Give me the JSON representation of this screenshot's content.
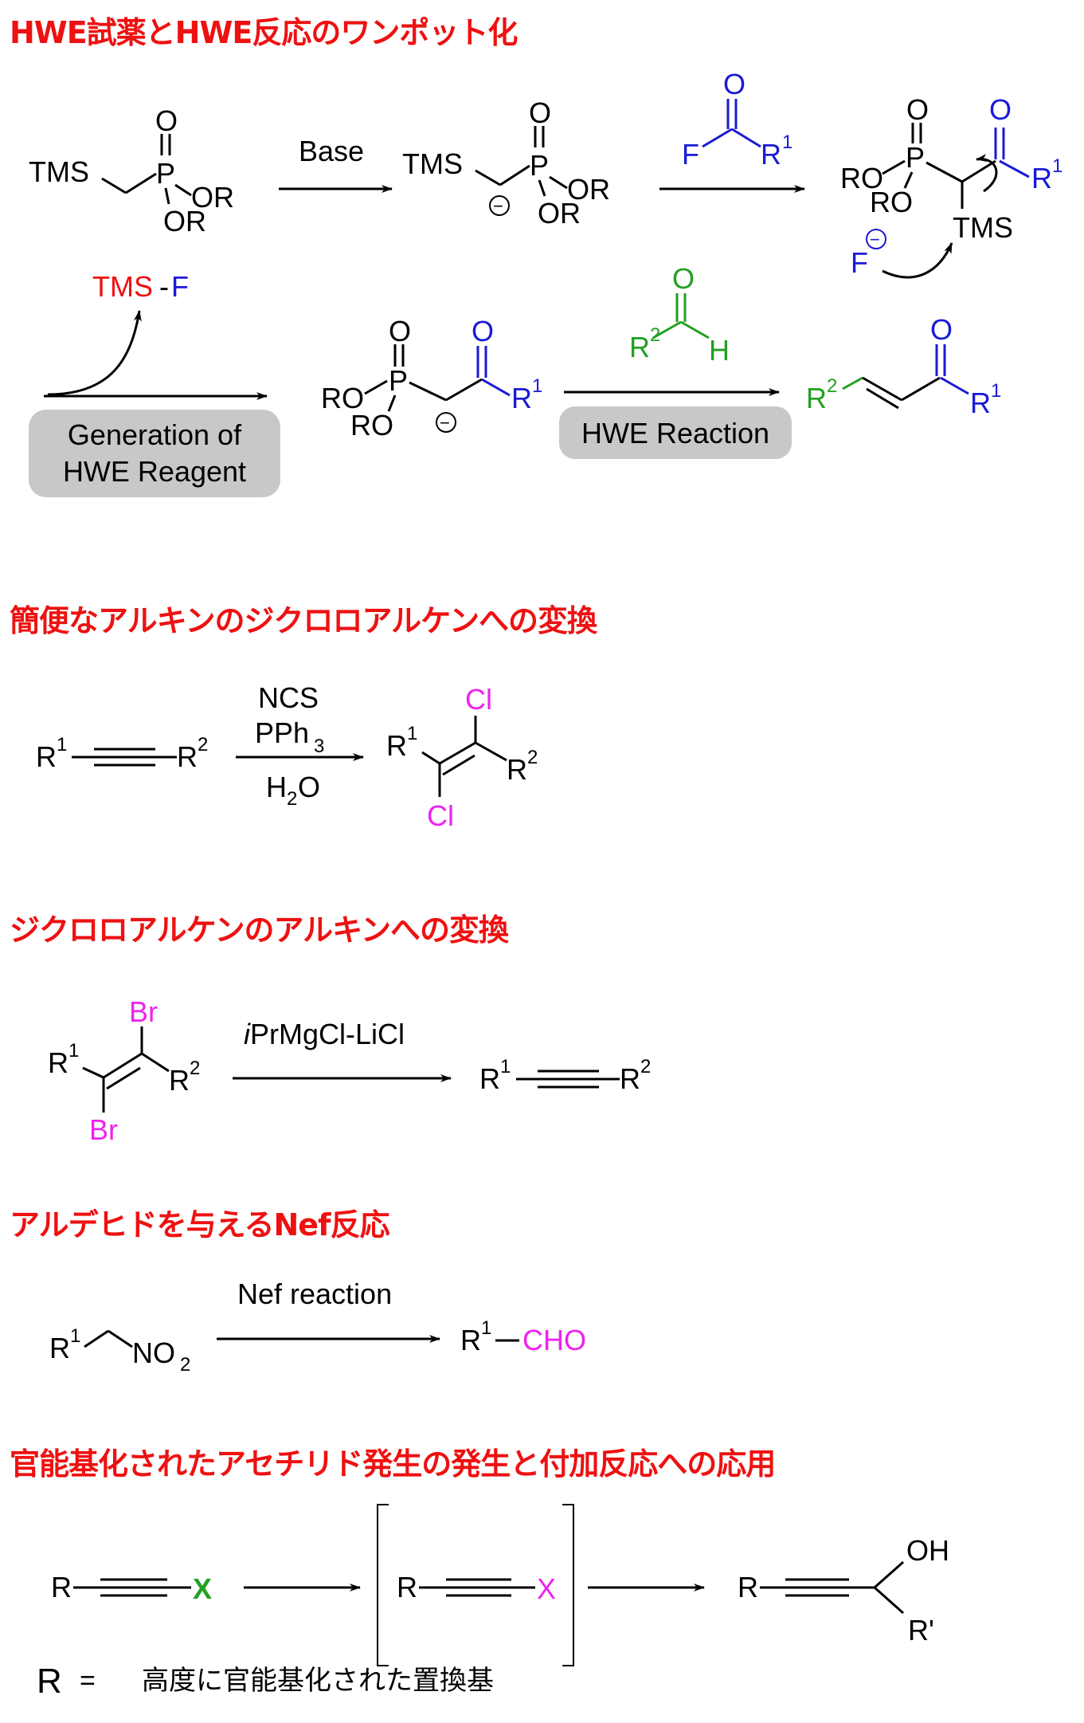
{
  "headings": {
    "h1": "HWE試薬とHWE反応のワンポット化",
    "h2": "簡便なアルキンのジクロロアルケンへの変換",
    "h3": "ジクロロアルケンのアルキンへの変換",
    "h4": "アルデヒドを与えるNef反応",
    "h5": "官能基化されたアセチリド発生の発生と付加反応への応用"
  },
  "scheme1": {
    "tms": "TMS",
    "p": "P",
    "o": "O",
    "or": "OR",
    "ro": "RO",
    "base": "Base",
    "f": "F",
    "r": "R",
    "sup1": "1",
    "sup2": "2",
    "h": "H",
    "tmsf_tms": "TMS",
    "tmsf_dash": "-",
    "tmsf_f": "F",
    "box1_line1": "Generation of",
    "box1_line2": "HWE Reagent",
    "box2": "HWE Reaction",
    "minus": "−"
  },
  "scheme2": {
    "r": "R",
    "sup1": "1",
    "sup2": "2",
    "ncs": "NCS",
    "pph": "PPh",
    "sub3": "3",
    "h": "H",
    "sub2": "2",
    "o": "O",
    "cl": "Cl"
  },
  "scheme3": {
    "r": "R",
    "sup1": "1",
    "sup2": "2",
    "br": "Br",
    "reagent_i": "i",
    "reagent_rest": "PrMgCl-LiCl"
  },
  "scheme4": {
    "r": "R",
    "sup1": "1",
    "no": "NO",
    "sub2": "2",
    "reagent": "Nef reaction",
    "cho": "CHO"
  },
  "scheme5": {
    "r": "R",
    "x": "X",
    "oh": "OH",
    "rprime": "R'",
    "note_r": "R",
    "note_eq": "=",
    "note_text": "高度に官能基化された置換基"
  },
  "colors": {
    "heading": "#ee1111",
    "blue": "#1a1ad6",
    "green": "#22a022",
    "magenta": "#ee22ee",
    "box": "#c8c8c8"
  }
}
